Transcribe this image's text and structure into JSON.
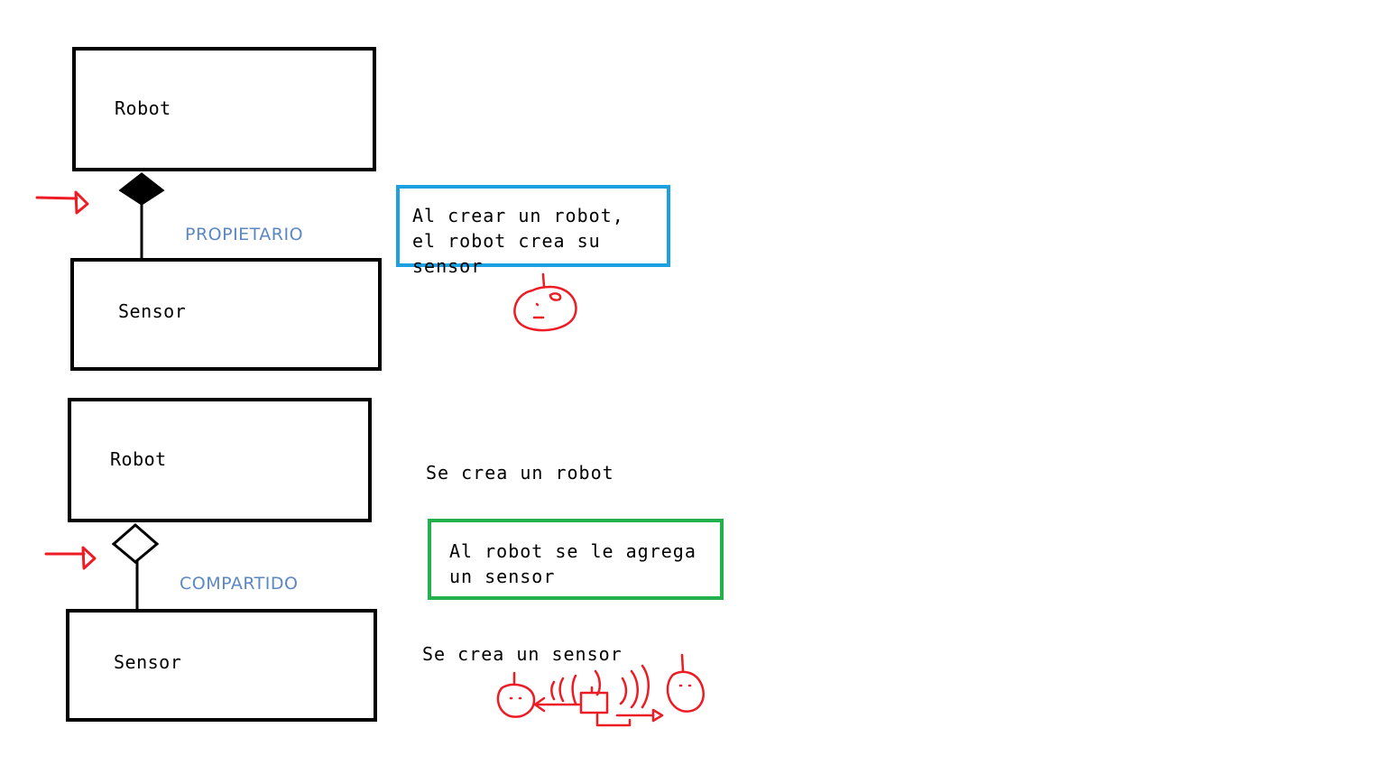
{
  "composition": {
    "whole_box_label": "Robot",
    "part_box_label": "Sensor",
    "relation_label": "PROPIETARIO",
    "note": "Al crear un robot, el robot crea su sensor",
    "note_border_color": "#1ba1e2"
  },
  "aggregation": {
    "whole_box_label": "Robot",
    "part_box_label": "Sensor",
    "relation_label": "COMPARTIDO",
    "step1": "Se crea un robot",
    "note": "Al robot se le agrega un sensor",
    "note_border_color": "#22b14c",
    "step3": "Se crea un sensor"
  },
  "colors": {
    "relation_text": "#5b87c5",
    "doodles": "#ed1c24"
  }
}
